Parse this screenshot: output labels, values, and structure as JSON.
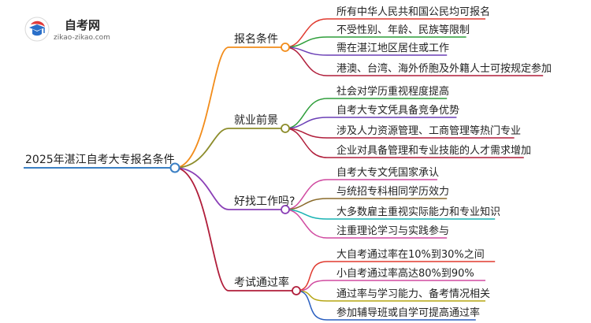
{
  "logo": {
    "title": "自考网",
    "url": "zikao-zikao.com"
  },
  "root": {
    "label": "2025年湛江自考大专报名条件"
  },
  "branches": [
    {
      "label": "报名条件",
      "color": "#f28c1a",
      "items": [
        {
          "label": "所有中华人民共和国公民均可报名",
          "color": "#e03a2f"
        },
        {
          "label": "不受性别、年龄、民族等限制",
          "color": "#2e9e3a"
        },
        {
          "label": "需在湛江地区居住或工作",
          "color": "#6a3fb6"
        },
        {
          "label": "港澳、台湾、海外侨胞及外籍人士可按规定参加",
          "color": "#b01d3a"
        }
      ]
    },
    {
      "label": "就业前景",
      "color": "#8c8c2a",
      "items": [
        {
          "label": "社会对学历重视程度提高",
          "color": "#2e9e3a"
        },
        {
          "label": "自考大专文凭具备竞争优势",
          "color": "#6a3fb6"
        },
        {
          "label": "涉及人力资源管理、工商管理等热门专业",
          "color": "#b01d3a"
        },
        {
          "label": "企业对具备管理和专业技能的人才需求增加",
          "color": "#b01d3a"
        }
      ]
    },
    {
      "label": "好找工作吗?",
      "color": "#8a3fb6",
      "items": [
        {
          "label": "自考大专文凭国家承认",
          "color": "#d04aa0"
        },
        {
          "label": "与统招专科相同学历效力",
          "color": "#8a6a2a"
        },
        {
          "label": "大多数雇主重视实际能力和专业知识",
          "color": "#19b3b3"
        },
        {
          "label": "注重理论学习与实践参与",
          "color": "#d04aa0"
        }
      ]
    },
    {
      "label": "考试通过率",
      "color": "#b01d3a",
      "items": [
        {
          "label": "大自考通过率在10%到30%之间",
          "color": "#e03a2f"
        },
        {
          "label": "小自考通过率高达80%到90%",
          "color": "#d04aa0"
        },
        {
          "label": "通过率与学习能力、备考情况相关",
          "color": "#b5a514"
        },
        {
          "label": "参加辅导班或自学可提高通过率",
          "color": "#2a5fc0"
        }
      ]
    }
  ]
}
